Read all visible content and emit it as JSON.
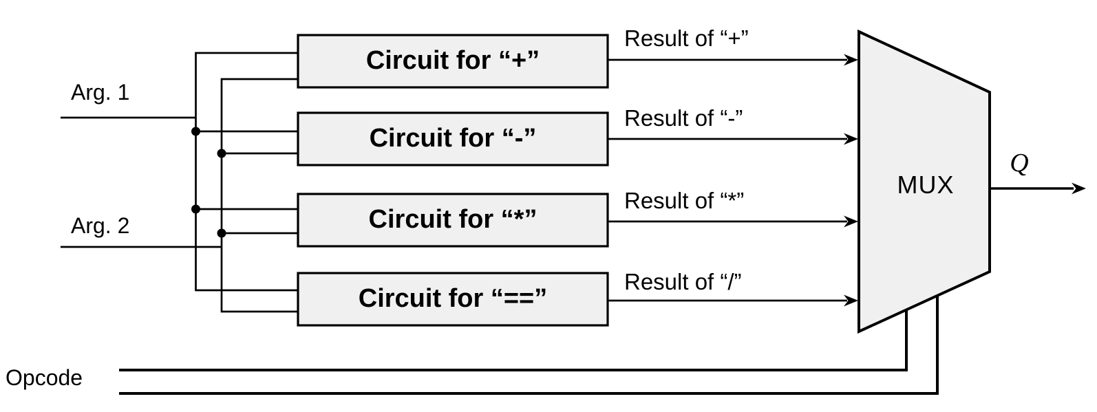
{
  "diagram": {
    "inputs": {
      "arg1": "Arg. 1",
      "arg2": "Arg. 2",
      "opcode": "Opcode"
    },
    "circuits": [
      {
        "box_label": "Circuit for “+”",
        "result_label": "Result of “+”"
      },
      {
        "box_label": "Circuit for “-”",
        "result_label": "Result of “-”"
      },
      {
        "box_label": "Circuit for “*”",
        "result_label": "Result of “*”"
      },
      {
        "box_label": "Circuit for “==”",
        "result_label": "Result of “/”"
      }
    ],
    "mux": {
      "label": "MUX",
      "output_label": "Q"
    },
    "colors": {
      "block_fill": "#f0f0f0",
      "stroke": "#000000",
      "background": "#ffffff"
    }
  }
}
